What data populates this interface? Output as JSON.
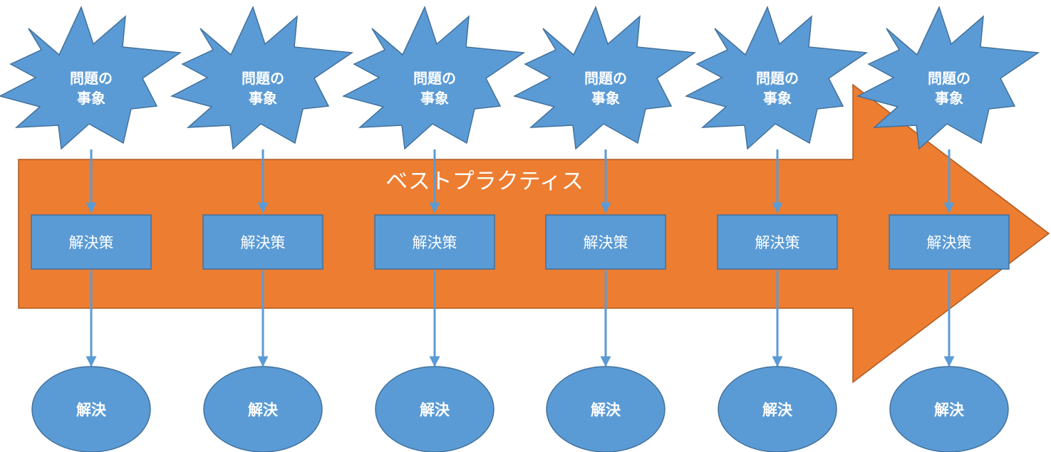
{
  "colors": {
    "process_arrow_fill": "#ED7D31",
    "process_arrow_stroke": "#AE5A21",
    "shape_fill": "#5B9BD5",
    "shape_stroke": "#41719C",
    "connector": "#5B9BD5",
    "text": "#FFFFFF"
  },
  "process_arrow": {
    "label": "ベストプラクティス"
  },
  "columns": [
    {
      "problem_line1": "問題の",
      "problem_line2": "事象",
      "solution": "解決策",
      "result": "解決"
    },
    {
      "problem_line1": "問題の",
      "problem_line2": "事象",
      "solution": "解決策",
      "result": "解決"
    },
    {
      "problem_line1": "問題の",
      "problem_line2": "事象",
      "solution": "解決策",
      "result": "解決"
    },
    {
      "problem_line1": "問題の",
      "problem_line2": "事象",
      "solution": "解決策",
      "result": "解決"
    },
    {
      "problem_line1": "問題の",
      "problem_line2": "事象",
      "solution": "解決策",
      "result": "解決"
    },
    {
      "problem_line1": "問題の",
      "problem_line2": "事象",
      "solution": "解決策",
      "result": "解決"
    }
  ]
}
